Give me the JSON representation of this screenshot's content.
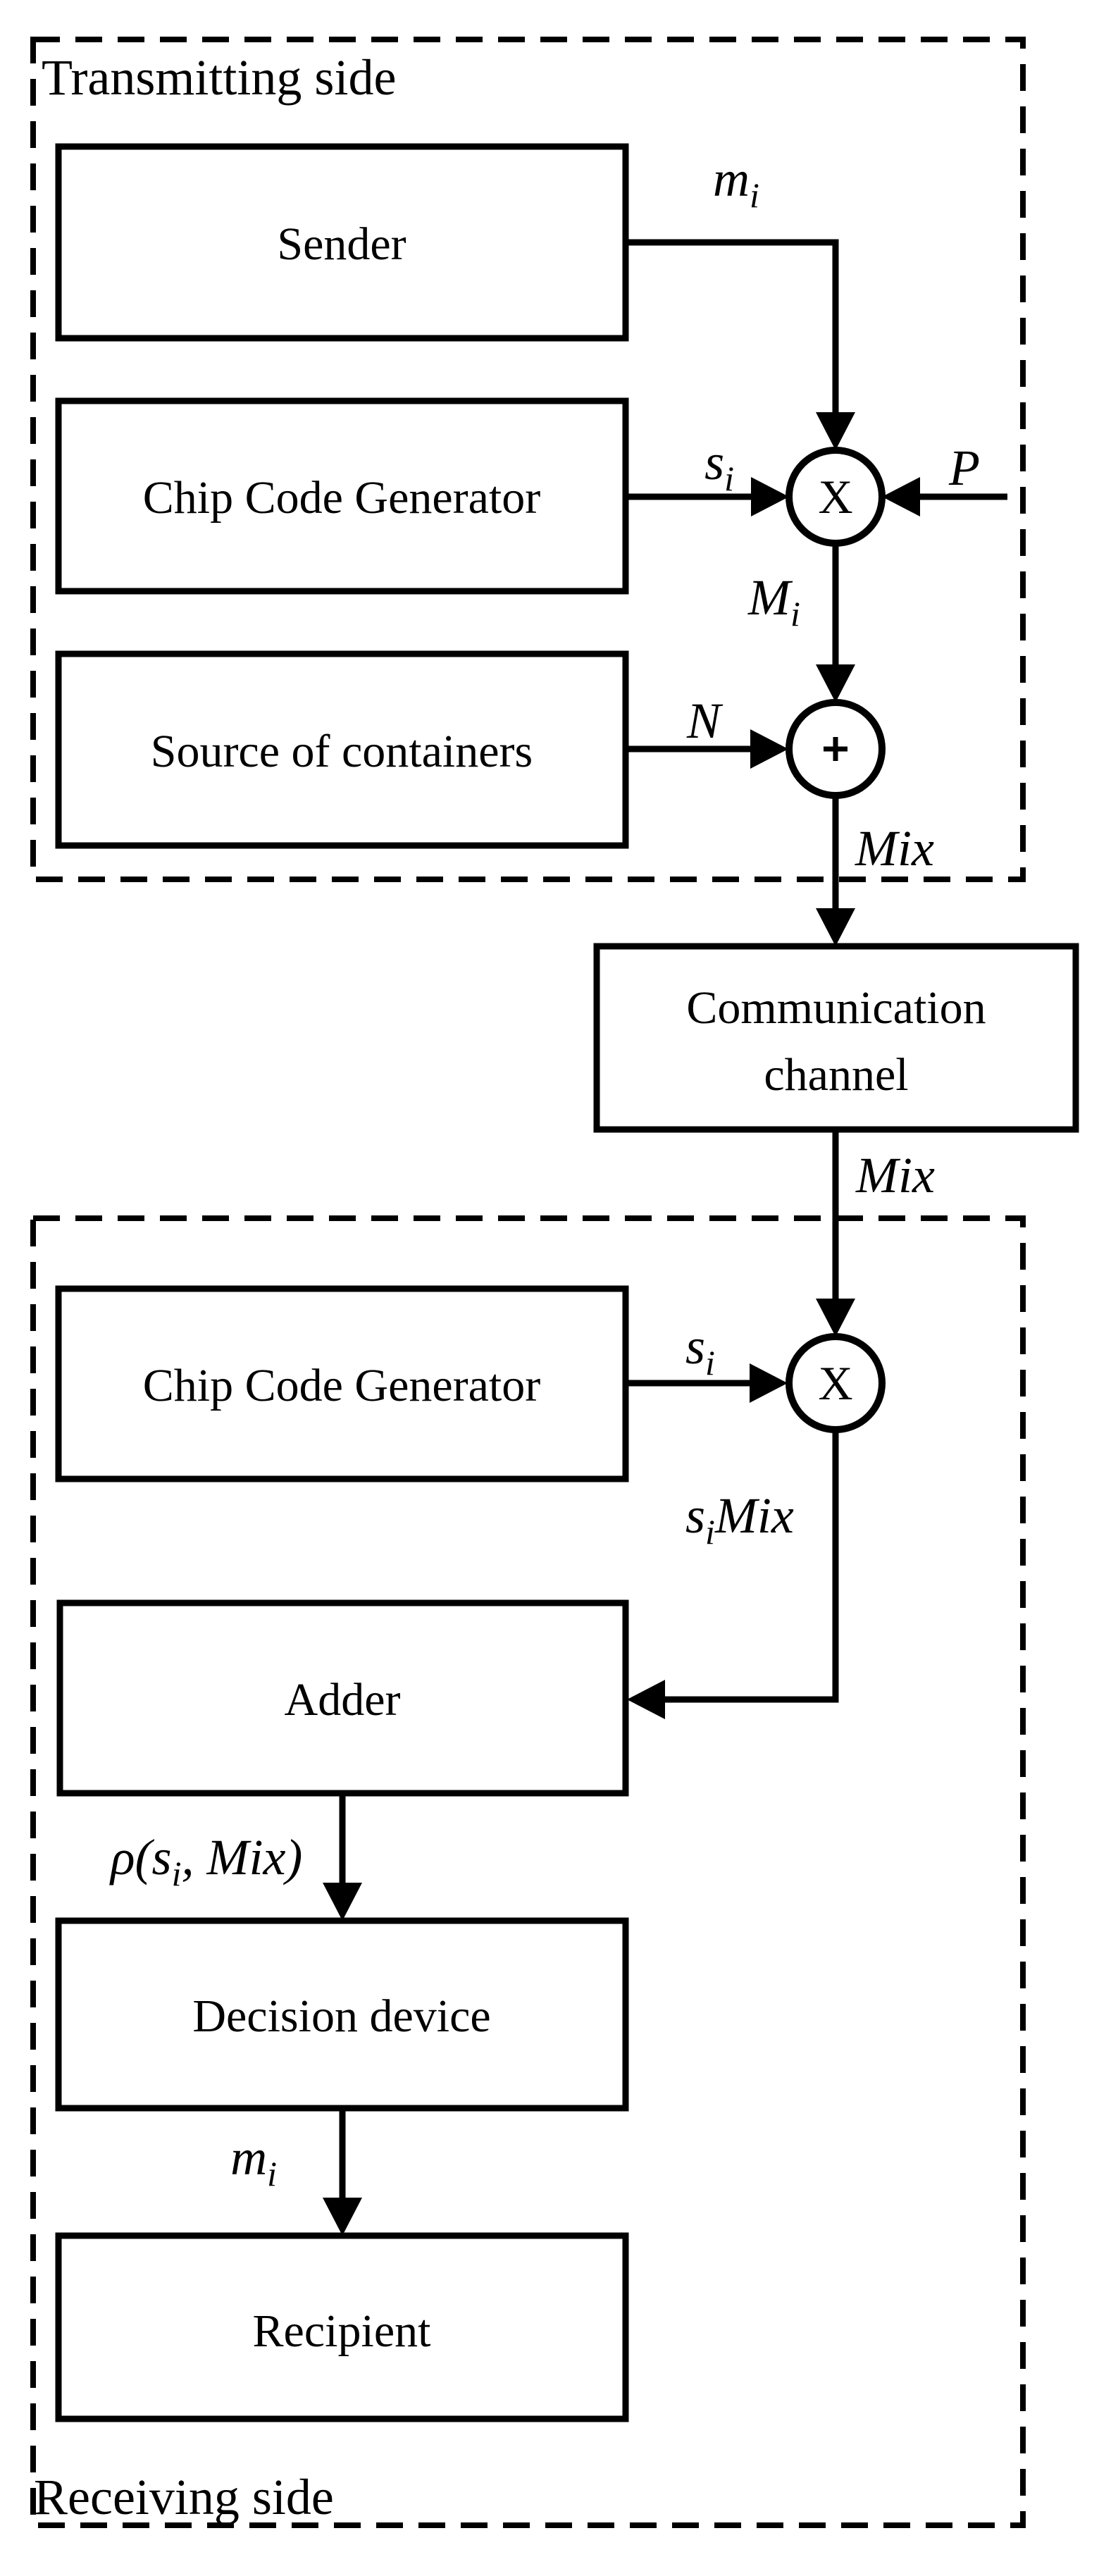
{
  "diagram": {
    "colors": {
      "ink": "#000000",
      "background": "#ffffff"
    },
    "sections": {
      "transmitting": {
        "label": "Transmitting side"
      },
      "receiving": {
        "label": "Receiving side"
      }
    },
    "blocks": {
      "sender": "Sender",
      "chip_code_generator_tx": "Chip Code Generator",
      "source_of_containers": "Source of containers",
      "communication_channel": {
        "line1": "Communication",
        "line2": "channel"
      },
      "chip_code_generator_rx": "Chip Code Generator",
      "adder": "Adder",
      "decision_device": "Decision device",
      "recipient": "Recipient"
    },
    "operators": {
      "multiplier_tx": "X",
      "adder_circle": "+",
      "multiplier_rx": "X"
    },
    "signals": {
      "mi_tx": {
        "main": "m",
        "sub": "i"
      },
      "si_tx": {
        "main": "s",
        "sub": "i"
      },
      "p": "P",
      "Mi": {
        "main": "M",
        "sub": "i"
      },
      "n": "N",
      "mix_tx": "Mix",
      "mix_channel": "Mix",
      "si_rx": {
        "main": "s",
        "sub": "i"
      },
      "si_mix": {
        "main": "s",
        "sub": "i",
        "post": "Mix"
      },
      "rho": {
        "pre": "ρ(s",
        "sub": "i",
        "post": ", Mix)"
      },
      "mi_rx": {
        "main": "m",
        "sub": "i"
      }
    }
  }
}
